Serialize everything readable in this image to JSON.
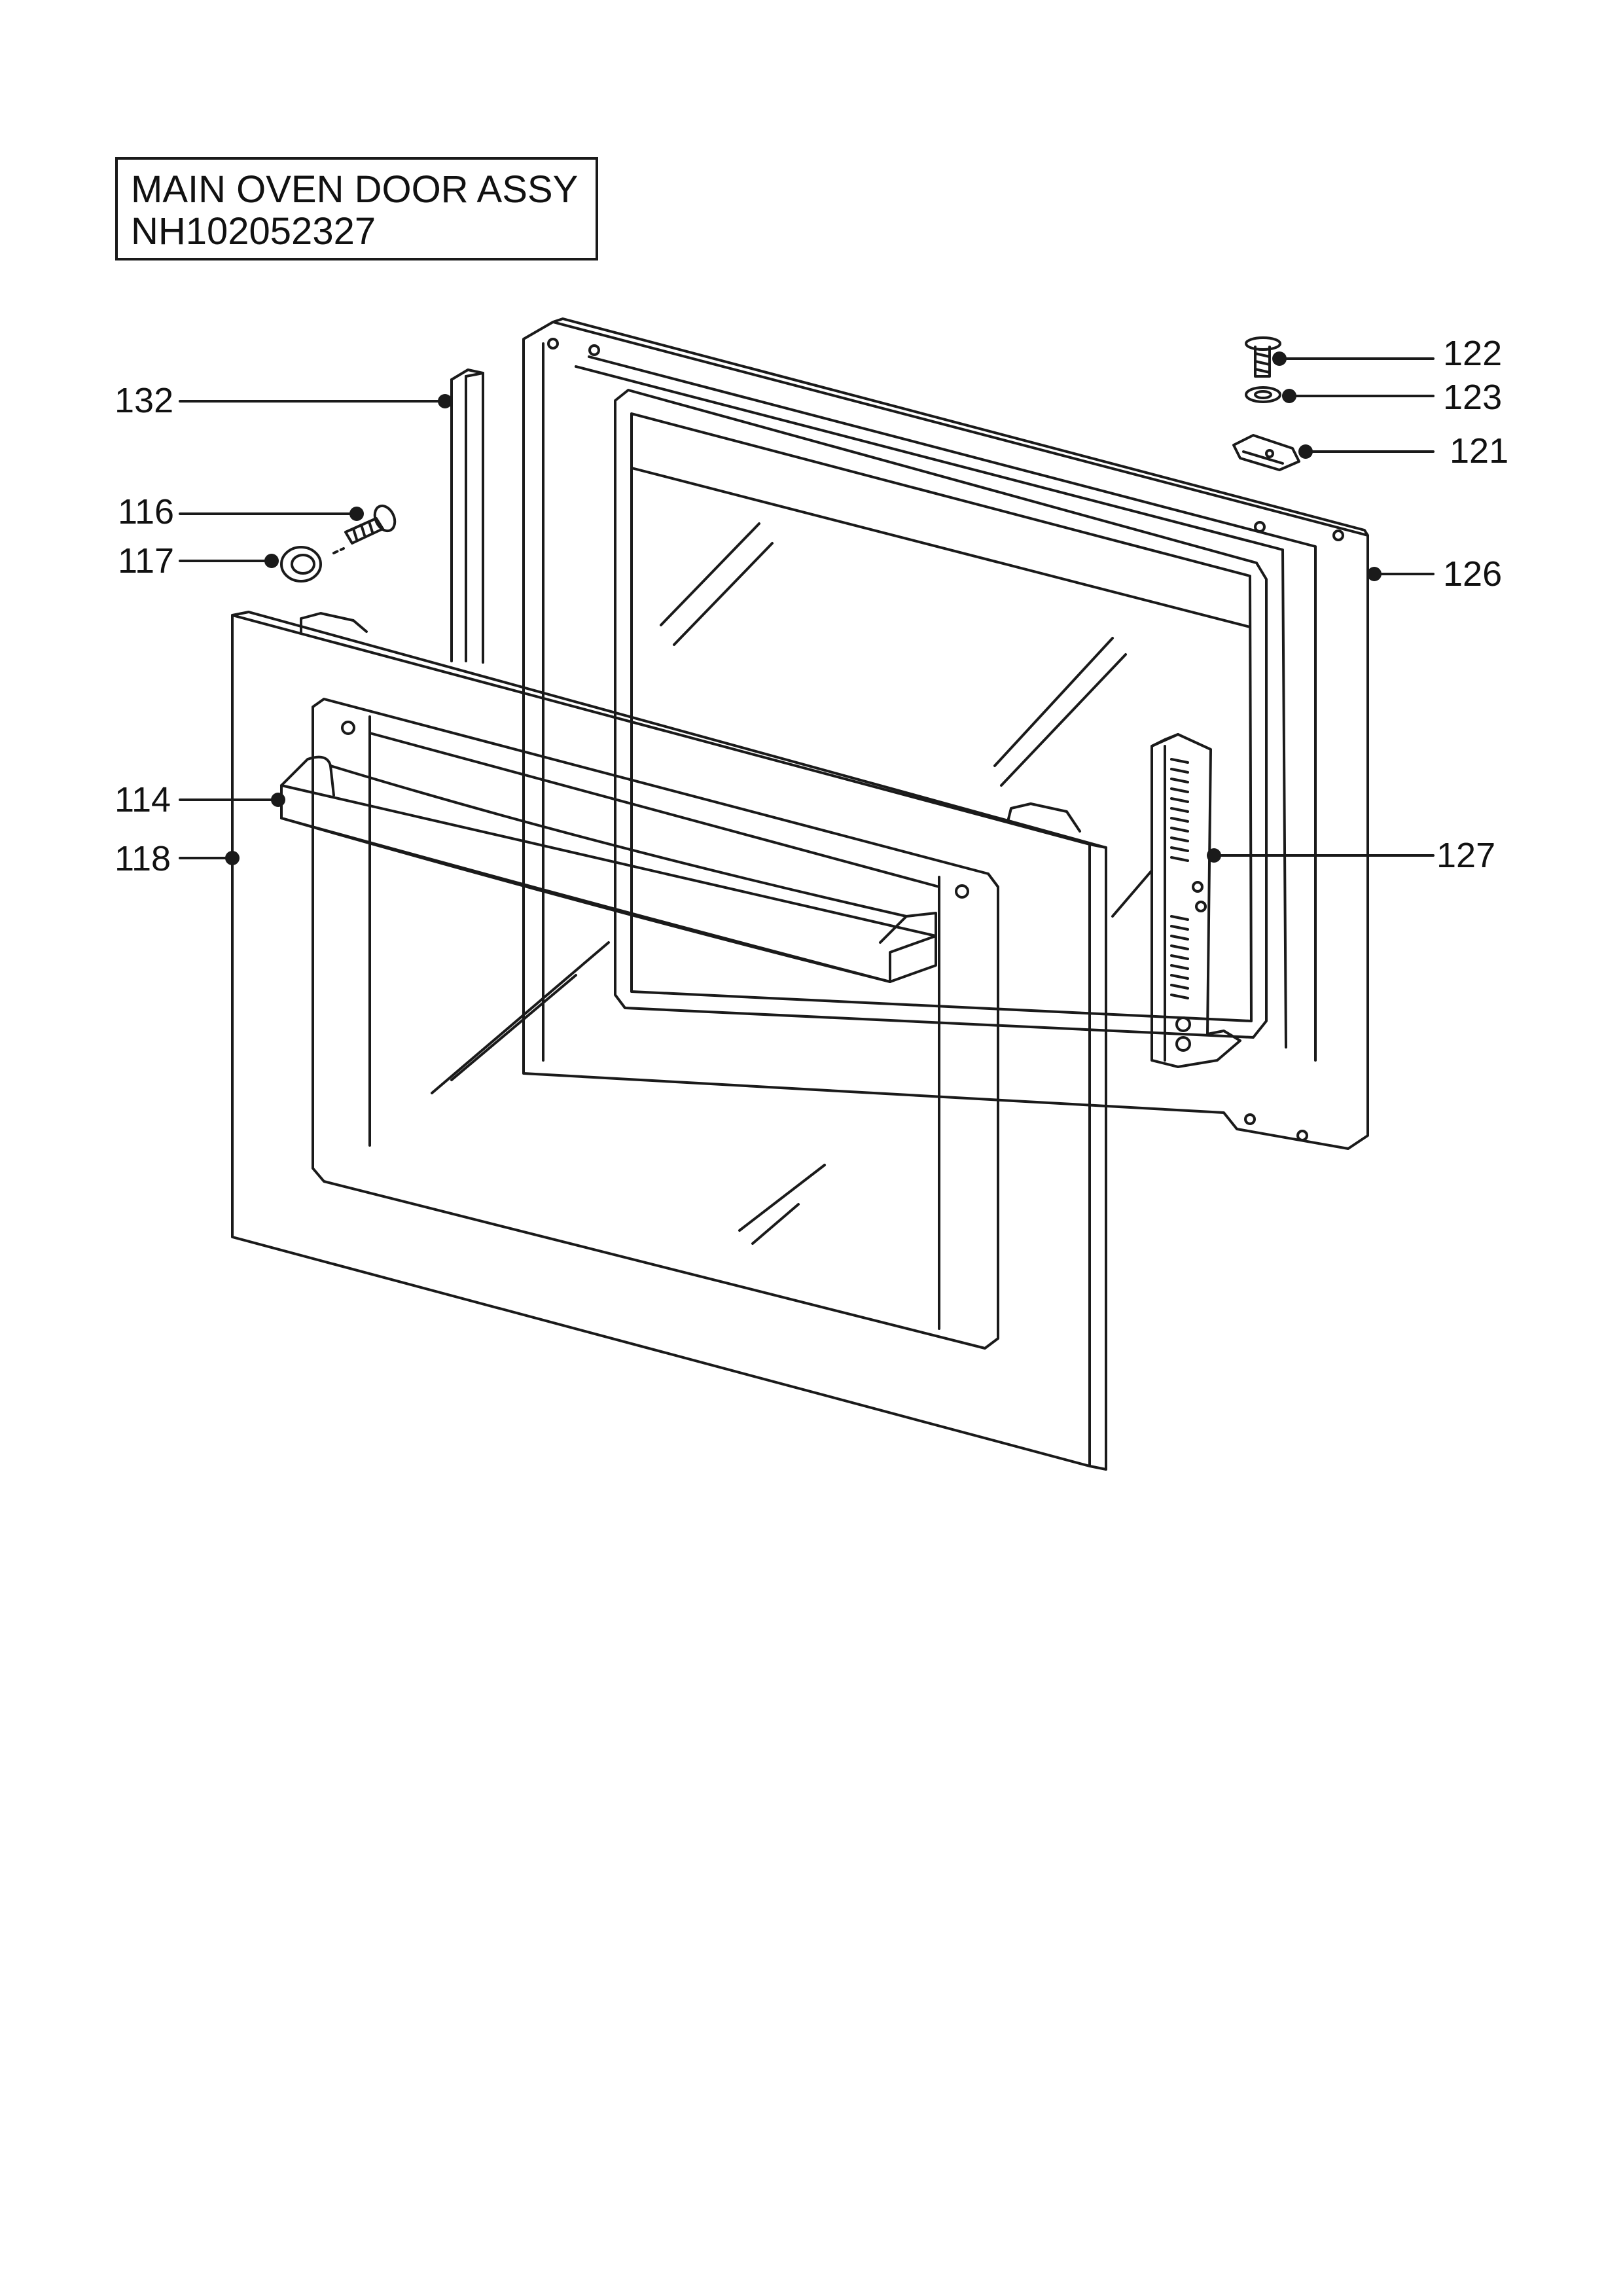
{
  "title": {
    "line1": "MAIN OVEN DOOR ASSY",
    "line2": "NH102052327"
  },
  "colors": {
    "ink": "#1a1a1a",
    "paper": "#ffffff"
  },
  "callouts": {
    "c122": "122",
    "c123": "123",
    "c121": "121",
    "c126": "126",
    "c127": "127",
    "c132": "132",
    "c116": "116",
    "c117": "117",
    "c114": "114",
    "c118": "118"
  }
}
